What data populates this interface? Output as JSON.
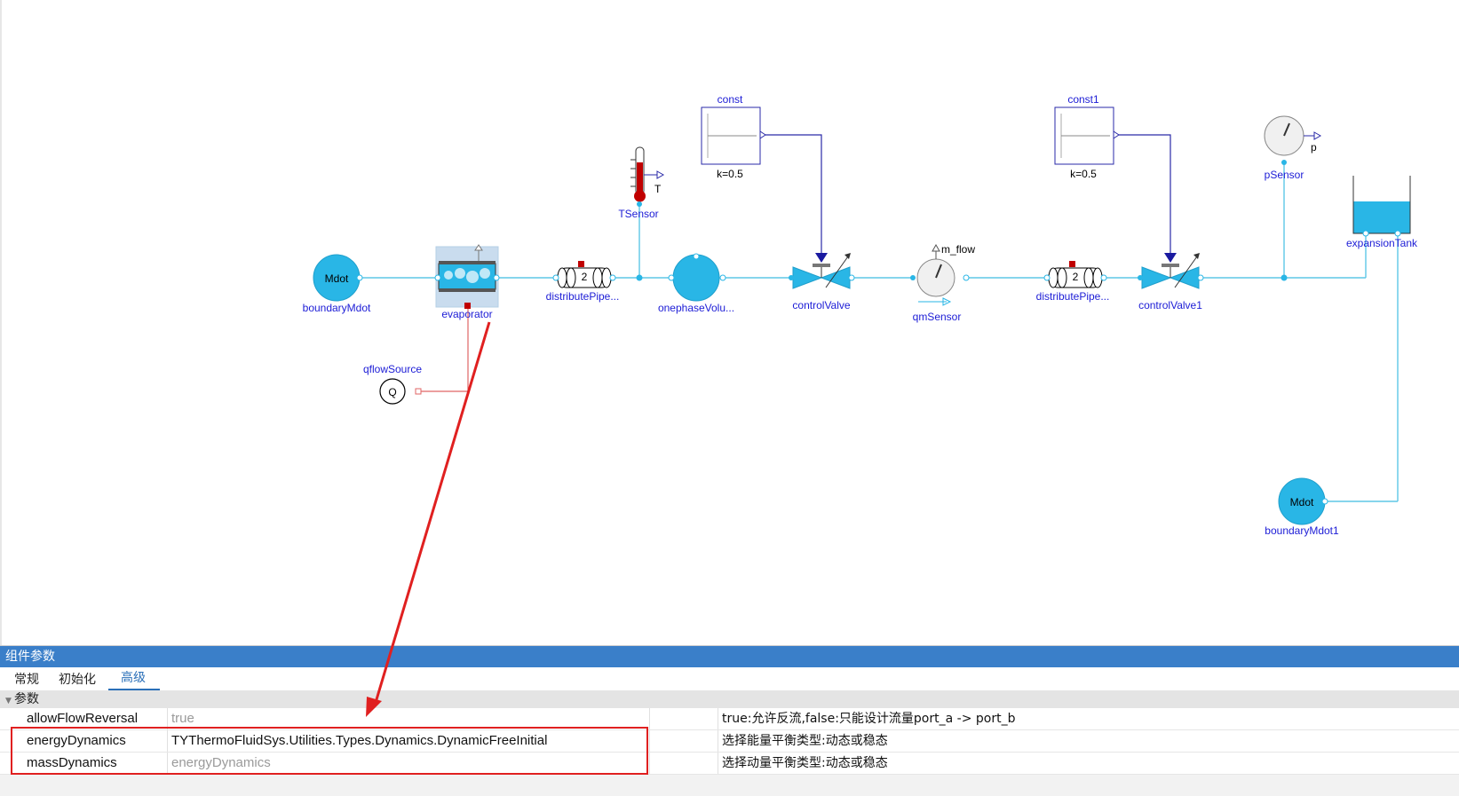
{
  "diagram": {
    "components": {
      "boundaryMdot": {
        "label": "boundaryMdot",
        "icon_text": "Mdot"
      },
      "evaporator": {
        "label": "evaporator"
      },
      "qflowSource": {
        "label": "qflowSource",
        "icon_text": "Q"
      },
      "distributePipe": {
        "label": "distributePipe..."
      },
      "tsensor": {
        "label": "TSensor",
        "output": "T"
      },
      "onephaseVolume": {
        "label": "onephaseVolu..."
      },
      "const": {
        "label": "const",
        "param": "k=0.5"
      },
      "controlValve": {
        "label": "controlValve"
      },
      "qmSensor": {
        "label": "qmSensor",
        "output": "m_flow"
      },
      "distributePipe1": {
        "label": "distributePipe..."
      },
      "const1": {
        "label": "const1",
        "param": "k=0.5"
      },
      "controlValve1": {
        "label": "controlValve1"
      },
      "pSensor": {
        "label": "pSensor",
        "output": "p"
      },
      "expansionTank": {
        "label": "expansionTank"
      },
      "boundaryMdot1": {
        "label": "boundaryMdot1",
        "icon_text": "Mdot"
      }
    },
    "pipe_icon_text": "2"
  },
  "panel": {
    "title": "组件参数",
    "tabs": [
      "常规",
      "初始化",
      "高级"
    ],
    "active_tab": "高级",
    "group": "参数",
    "params": [
      {
        "name": "allowFlowReversal",
        "value": "true",
        "is_default": true,
        "description": "true:允许反流,false:只能设计流量port_a -> port_b"
      },
      {
        "name": "energyDynamics",
        "value": "TYThermoFluidSys.Utilities.Types.Dynamics.DynamicFreeInitial",
        "is_default": false,
        "description": "选择能量平衡类型:动态或稳态"
      },
      {
        "name": "massDynamics",
        "value": "energyDynamics",
        "is_default": true,
        "description": "选择动量平衡类型:动态或稳态"
      }
    ]
  },
  "colors": {
    "fluid": "#29b6e6",
    "pipe_line": "#5ec7e6",
    "signal_line": "#2a2aa8",
    "heat_line": "#e06666",
    "panel_header": "#3a7fc9",
    "annotation": "#e02020"
  }
}
